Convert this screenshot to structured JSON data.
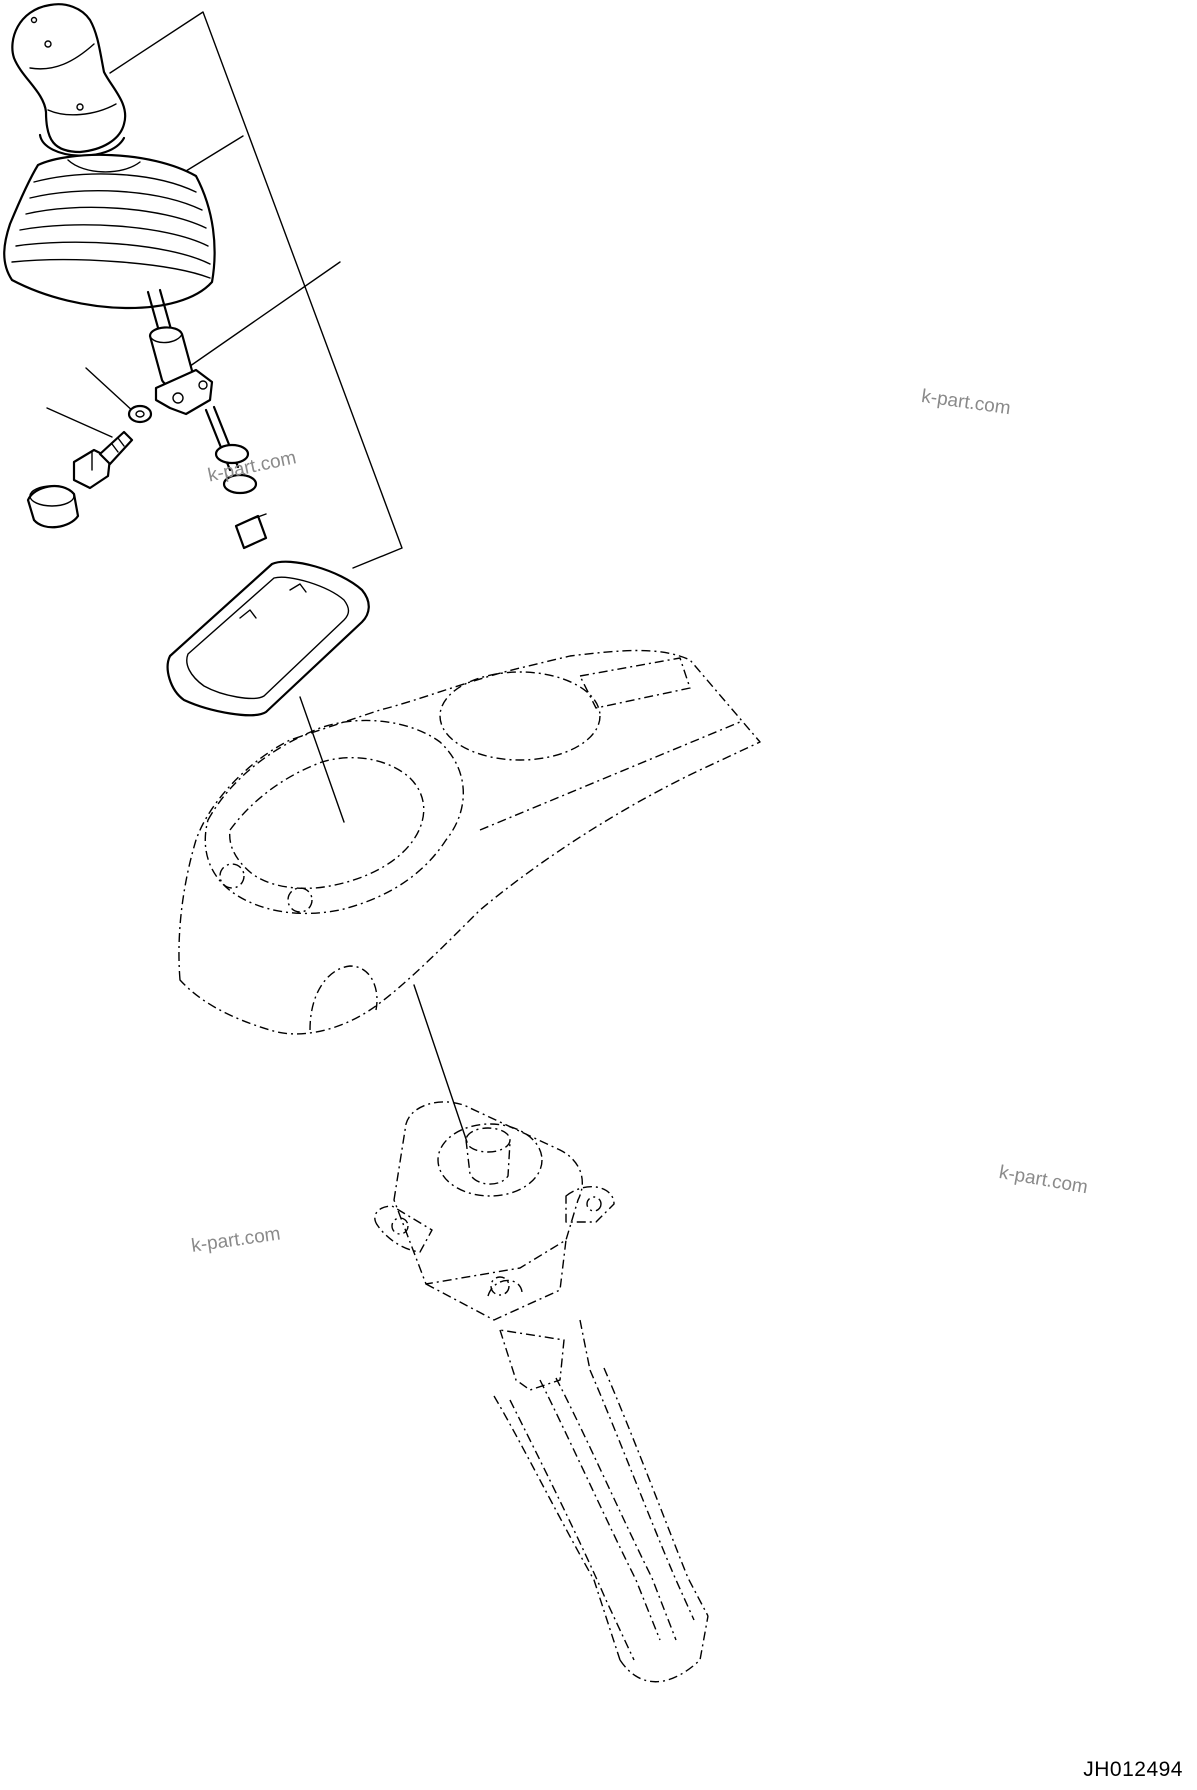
{
  "watermarks": [
    "k-part.com",
    "k-part.com",
    "k-part.com",
    "k-part.com"
  ],
  "drawing_id": "JH012494",
  "colors": {
    "line": "#000000",
    "background": "#ffffff",
    "watermark": "#8a8a8a"
  }
}
